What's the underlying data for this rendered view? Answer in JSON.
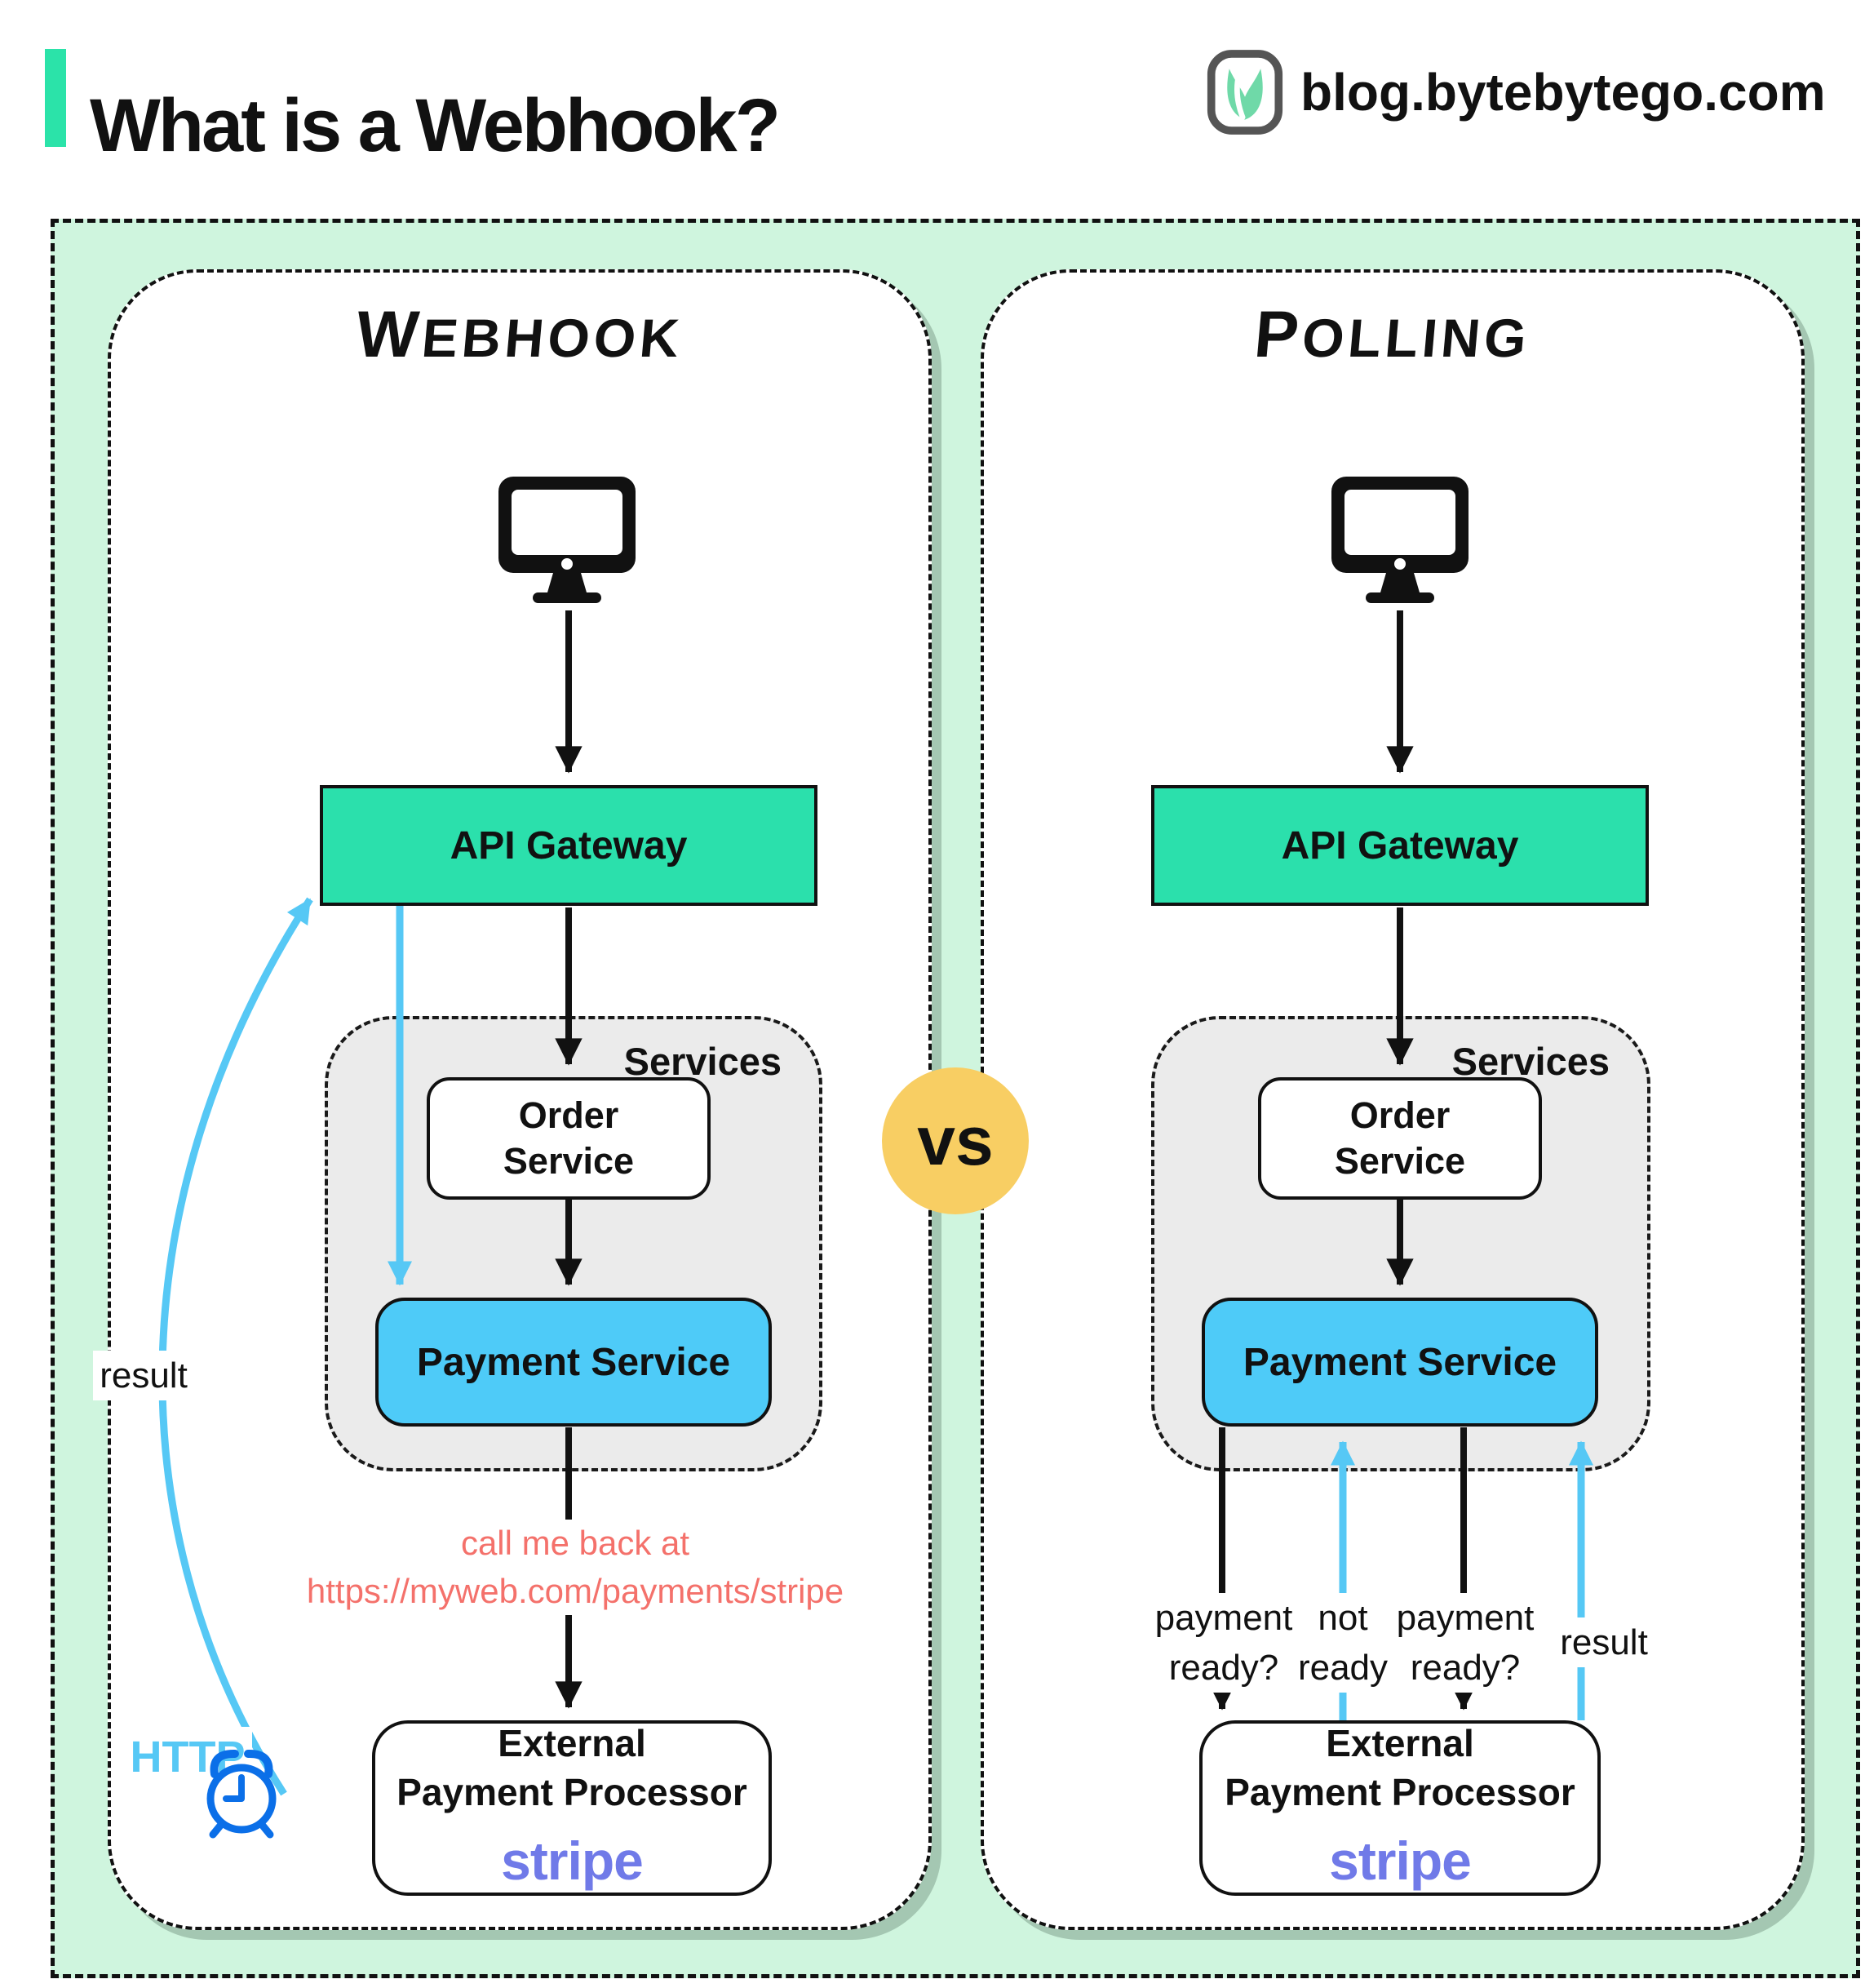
{
  "header": {
    "title": "What is a Webhook?",
    "site": "blog.bytebytego.com"
  },
  "vs": "vs",
  "webhook": {
    "title": "Webhook",
    "api_gateway": "API Gateway",
    "services": "Services",
    "order_service": [
      "Order",
      "Service"
    ],
    "payment_service": "Payment Service",
    "processor": [
      "External",
      "Payment Processor"
    ],
    "processor_brand": "stripe",
    "result_label": "result",
    "http_label": "HTTP",
    "callback": [
      "call me back at",
      "https://myweb.com/payments/stripe"
    ]
  },
  "polling": {
    "title": "Polling",
    "api_gateway": "API Gateway",
    "services": "Services",
    "order_service": [
      "Order",
      "Service"
    ],
    "payment_service": "Payment Service",
    "processor": [
      "External",
      "Payment Processor"
    ],
    "processor_brand": "stripe",
    "arrow_labels": [
      [
        "payment",
        "ready?"
      ],
      [
        "not",
        "ready"
      ],
      [
        "payment",
        "ready?"
      ]
    ],
    "result_label": "result"
  },
  "icons": {
    "logo": "bytebytego-logo",
    "client": "monitor-icon",
    "timer": "alarm-clock-icon"
  },
  "colors": {
    "mint_background": "#CFF5DE",
    "gateway_teal": "#2BE0AC",
    "payment_blue": "#4ECBF8",
    "services_gray": "#EBEBEB",
    "vs_yellow": "#F8CE63",
    "callback_salmon": "#F4716B",
    "arrow_blue": "#56C8F5",
    "clock_blue": "#0B6FE8",
    "stripe_purple": "#707AE8"
  }
}
